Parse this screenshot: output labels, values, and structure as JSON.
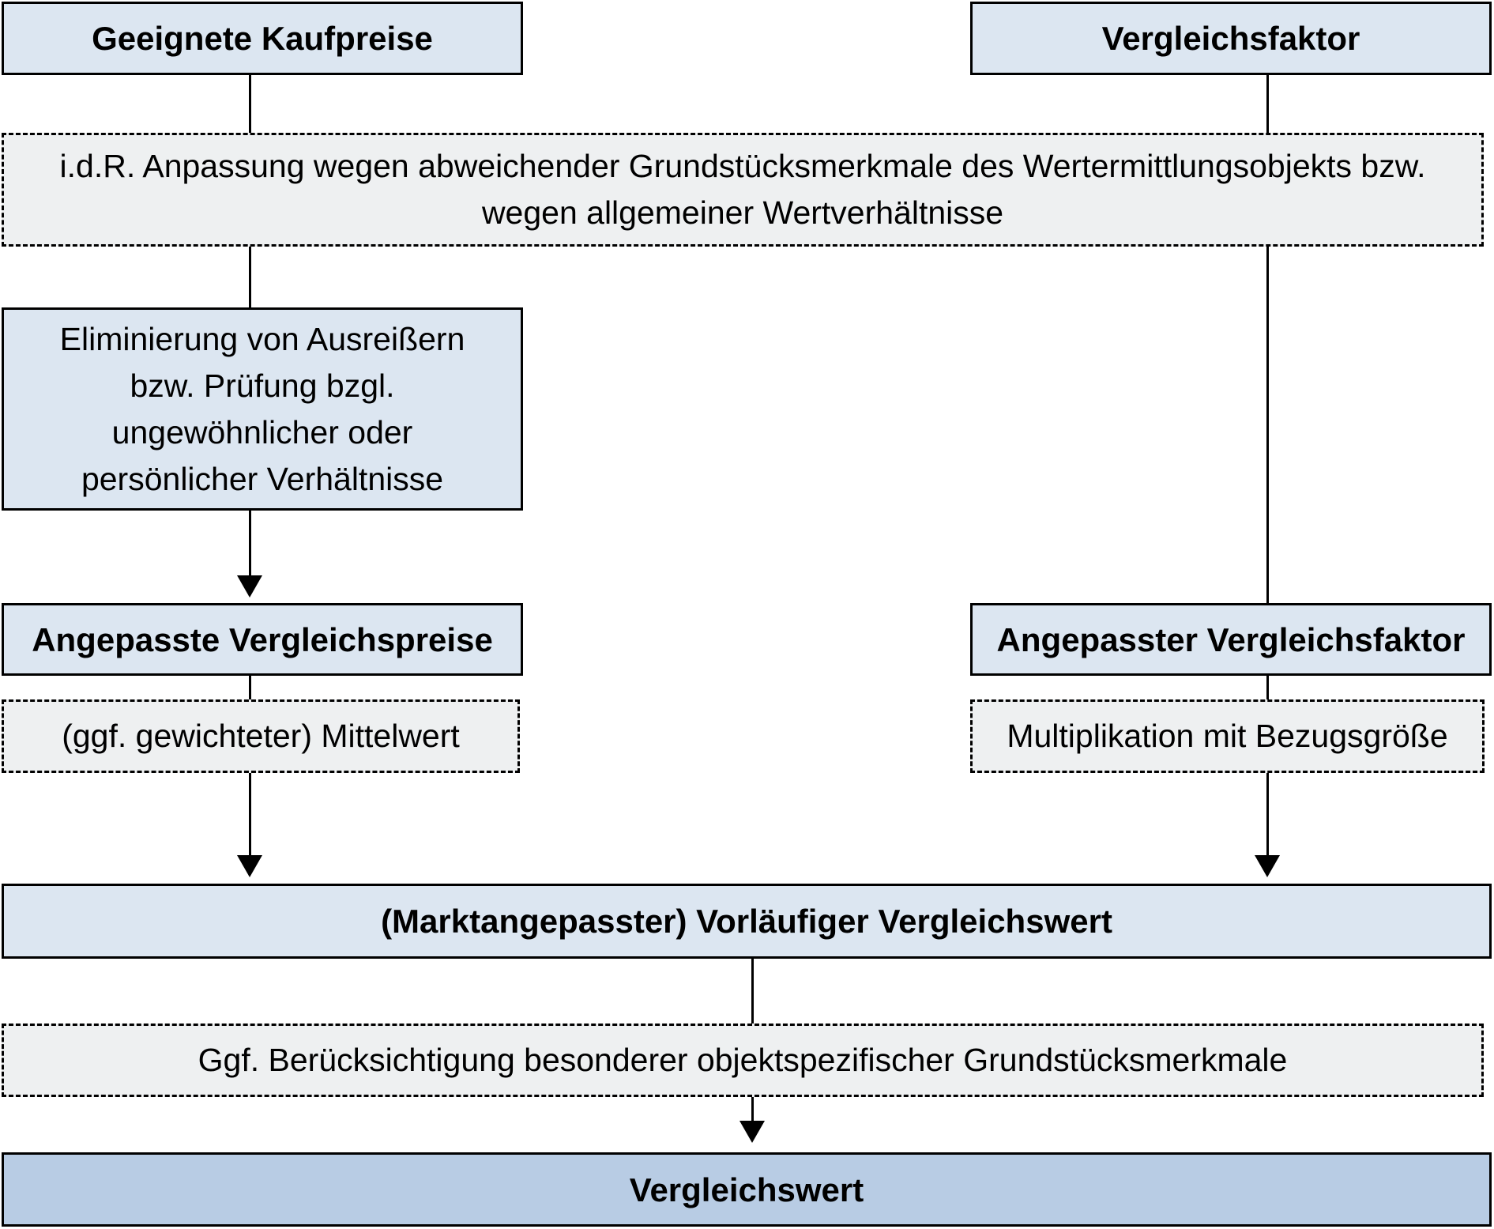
{
  "boxes": {
    "geeignete_kaufpreise": "Geeignete Kaufpreise",
    "vergleichsfaktor": "Vergleichsfaktor",
    "anpassung": "i.d.R. Anpassung wegen abweichender Grundstücksmerkmale des Wertermittlungsobjekts bzw.\nwegen allgemeiner Wertverhältnisse",
    "eliminierung": "Eliminierung von Ausreißern\nbzw. Prüfung bzgl.\nungewöhnlicher oder\npersönlicher Verhältnisse",
    "angepasste_vergleichspreise": "Angepasste Vergleichspreise",
    "mittelwert": "(ggf. gewichteter) Mittelwert",
    "angepasster_vergleichsfaktor": "Angepasster Vergleichsfaktor",
    "multiplikation": "Multiplikation mit Bezugsgröße",
    "vorlaeufiger_vergleichswert": "(Marktangepasster) Vorläufiger Vergleichswert",
    "beruecksichtigung": "Ggf. Berücksichtigung besonderer objektspezifischer Grundstücksmerkmale",
    "vergleichswert": "Vergleichswert"
  },
  "colors": {
    "box_fill_light_blue": "#dce6f1",
    "box_fill_medium_blue": "#b8cce4",
    "box_fill_gray": "#eef0f1",
    "line_and_border": "#000000"
  }
}
